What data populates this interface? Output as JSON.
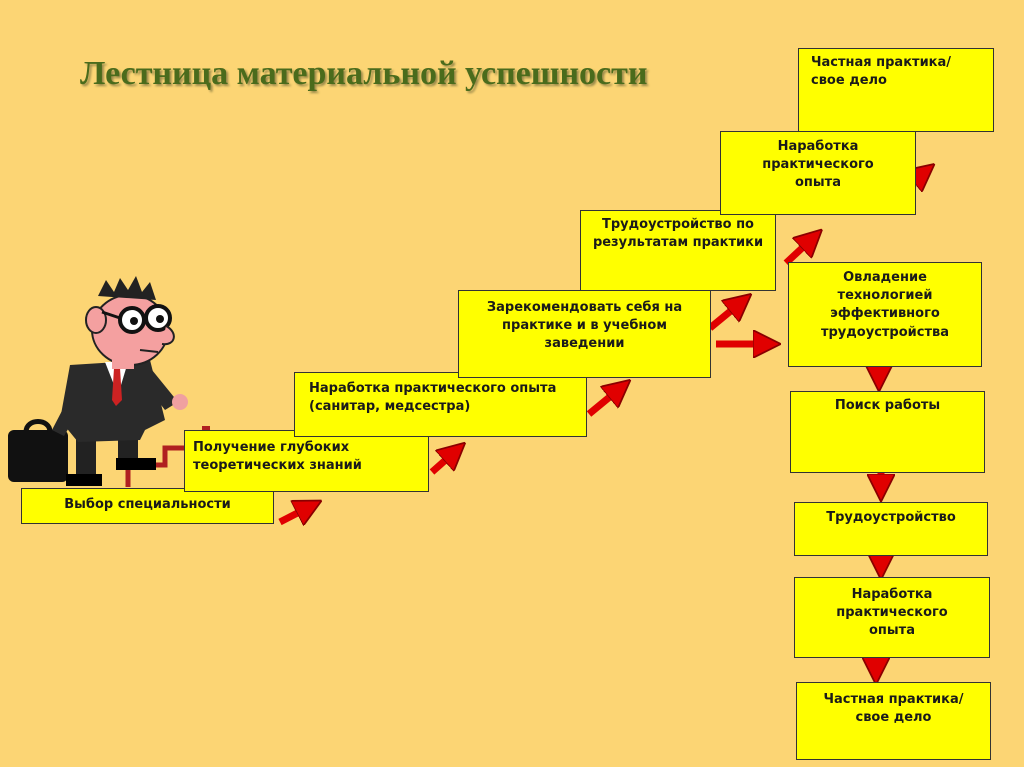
{
  "title": "Лестница материальной успешности",
  "colors": {
    "background": "#fcd574",
    "box": "#ffff00",
    "arrow": "#e00000",
    "title": "#4a6b1c"
  },
  "icons": [
    "businessman-climbing-stairs-icon"
  ],
  "left_path": [
    "Выбор специальности",
    "Получение глубоких теоретических знаний",
    "Наработка практического опыта (санитар, медсестра)",
    "Зарекомендовать себя на практике и в учебном заведении",
    "Трудоустройство по результатам практики",
    "Наработка практического опыта",
    "Частная практика/свое дело"
  ],
  "right_path": [
    "Овладение технологией эффективного трудоустройства",
    "Поиск работы",
    "Трудоустройство",
    "Наработка практического опыта",
    "Частная практика/свое дело"
  ]
}
